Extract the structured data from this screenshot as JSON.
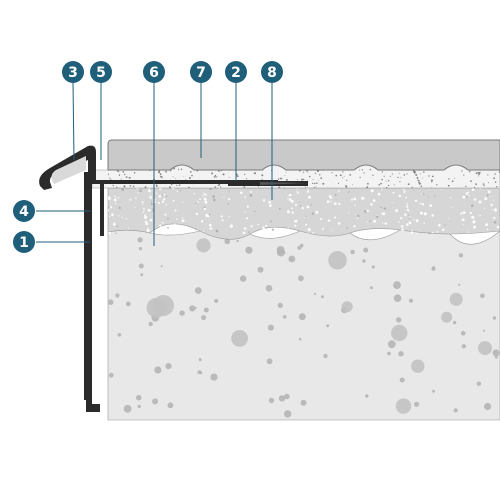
{
  "diagram": {
    "colors": {
      "callout_fill": "#1f5f7a",
      "callout_text": "#ffffff",
      "leader_line": "#1f5f7a",
      "profile_metal": "#2b2b2b",
      "tile": "#c8c8c8",
      "adhesive_mortar": "#f2f2f2",
      "screed": "#d4d4d4",
      "substrate": "#e8e8e8",
      "aggregate": "#b9b9b9"
    },
    "callouts": [
      {
        "id": "3",
        "label": "3"
      },
      {
        "id": "5",
        "label": "5"
      },
      {
        "id": "6",
        "label": "6"
      },
      {
        "id": "7",
        "label": "7"
      },
      {
        "id": "2",
        "label": "2"
      },
      {
        "id": "8",
        "label": "8"
      },
      {
        "id": "4",
        "label": "4"
      },
      {
        "id": "1",
        "label": "1"
      }
    ]
  }
}
